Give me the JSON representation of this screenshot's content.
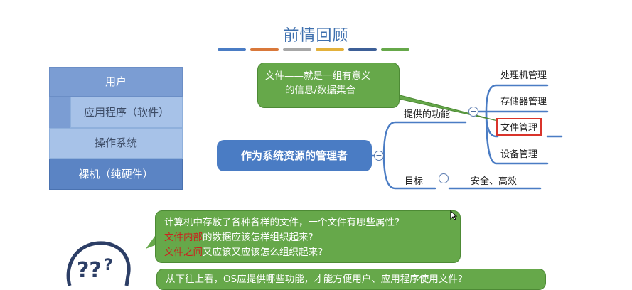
{
  "slide": {
    "title": "前情回顾",
    "accent_colors": [
      "#4a7cc4",
      "#d9783a",
      "#a7a7a7",
      "#e3b13b",
      "#3d5f97",
      "#66a84a"
    ]
  },
  "stack": {
    "user": "用户",
    "app": "应用程序（软件）",
    "os": "操作系统",
    "hardware": "裸机（纯硬件）"
  },
  "mindmap": {
    "central": "作为系统资源的管理者",
    "branch_functions": "提供的功能",
    "branch_goal": "目标",
    "goal_value": "安全、高效",
    "leaves": [
      "处理机管理",
      "存储器管理",
      "文件管理",
      "设备管理"
    ],
    "collapse_symbol": "−"
  },
  "callouts": {
    "definition_line1": "文件——就是一组有意义",
    "definition_line2": "的信息/数据集合",
    "q_line1": "计算机中存放了各种各样的文件，一个文件有哪些属性?",
    "q_line2_red": "文件内部",
    "q_line2_rest": "的数据应该怎样组织起来?",
    "q_line3_red": "文件之间",
    "q_line3_rest": "又应该又应该怎么组织起来?",
    "bottom_line": "从下往上看，OS应提供哪些功能，才能方便用户、应用程序使用文件?"
  },
  "icons": {
    "question": "question-bubble-icon",
    "cursor": "mouse-cursor-icon"
  }
}
